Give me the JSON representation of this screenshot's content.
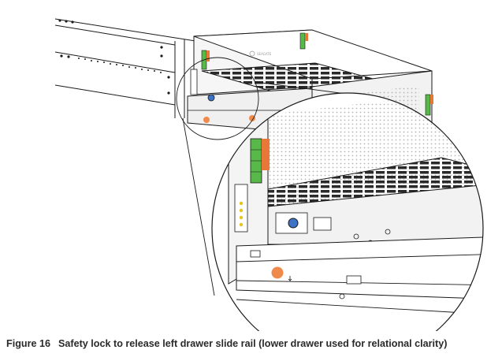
{
  "figure": {
    "label": "Figure 16",
    "title": "Safety lock to release left drawer slide rail (lower drawer used for relational clarity)",
    "brand_logo_text": "SEAGATE",
    "colors": {
      "line": "#1a1a1a",
      "panel": "#f4f4f4",
      "orange_lock": "#f08a4b",
      "blue_lock": "#3d73c6",
      "led_green": "#59b84a",
      "led_yellow": "#e6c619",
      "handle_orange": "#e87838"
    }
  }
}
